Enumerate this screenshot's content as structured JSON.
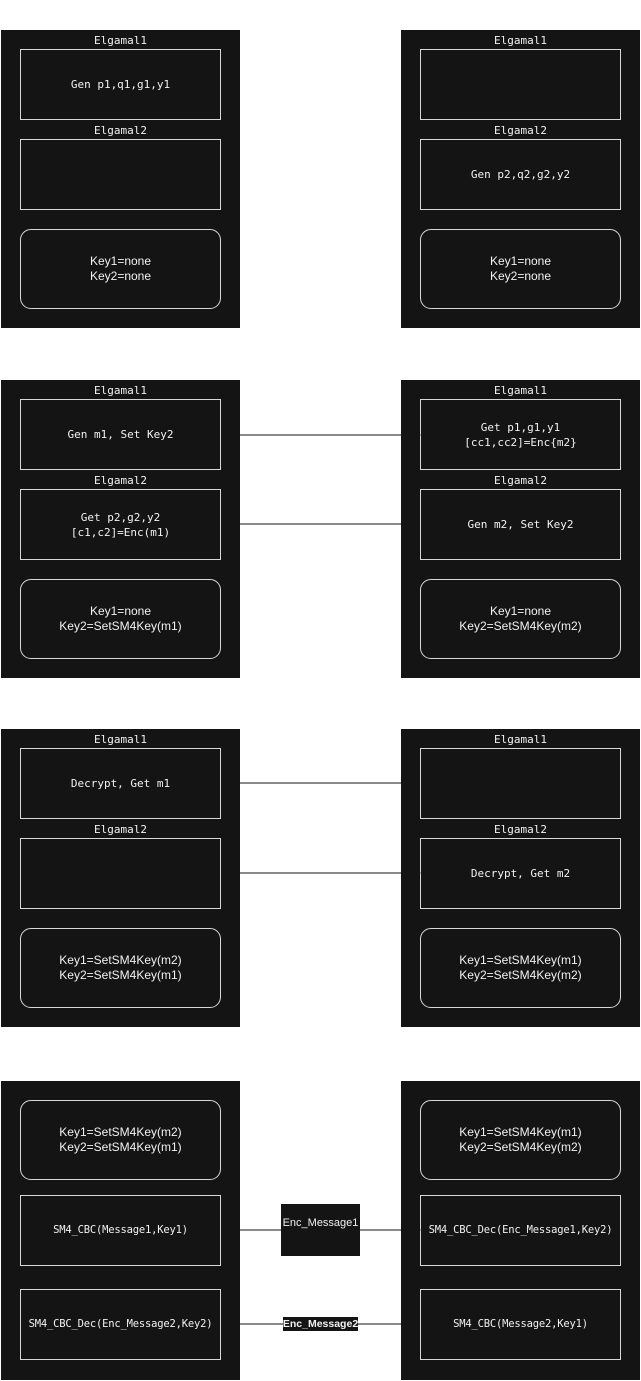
{
  "labels": {
    "elgamal1": "Elgamal1",
    "elgamal2": "Elgamal2"
  },
  "row1": {
    "left": {
      "box1": "Gen p1,q1,g1,y1",
      "box2": "",
      "keys": "Key1=none\nKey2=none"
    },
    "right": {
      "box1": "",
      "box2": "Gen p2,q2,g2,y2",
      "keys": "Key1=none\nKey2=none"
    }
  },
  "row2": {
    "left": {
      "box1": "Gen m1, Set Key2",
      "box2": "Get p2,g2,y2\n[c1,c2]=Enc(m1)",
      "keys": "Key1=none\nKey2=SetSM4Key(m1)"
    },
    "right": {
      "box1": "Get p1,g1,y1\n[cc1,cc2]=Enc{m2}",
      "box2": "Gen m2, Set Key2",
      "keys": "Key1=none\nKey2=SetSM4Key(m2)"
    }
  },
  "row3": {
    "left": {
      "box1": "Decrypt, Get m1",
      "box2": "",
      "keys": "Key1=SetSM4Key(m2)\nKey2=SetSM4Key(m1)"
    },
    "right": {
      "box1": "",
      "box2": "Decrypt, Get m2",
      "keys": "Key1=SetSM4Key(m1)\nKey2=SetSM4Key(m2)"
    }
  },
  "row4": {
    "left": {
      "keys": "Key1=SetSM4Key(m2)\nKey2=SetSM4Key(m1)",
      "box1": "SM4_CBC(Message1,Key1)",
      "box2": "SM4_CBC_Dec(Enc_Message2,Key2)"
    },
    "right": {
      "keys": "Key1=SetSM4Key(m1)\nKey2=SetSM4Key(m2)",
      "box1": "SM4_CBC_Dec(Enc_Message1,Key2)",
      "box2": "SM4_CBC(Message2,Key1)"
    },
    "msg1": "Enc_Message1",
    "msg2": "Enc_Message2"
  },
  "colors": {
    "panel": "#141414",
    "border": "#d8d8d8",
    "text": "#f2f2f2",
    "background": "#ffffff"
  }
}
